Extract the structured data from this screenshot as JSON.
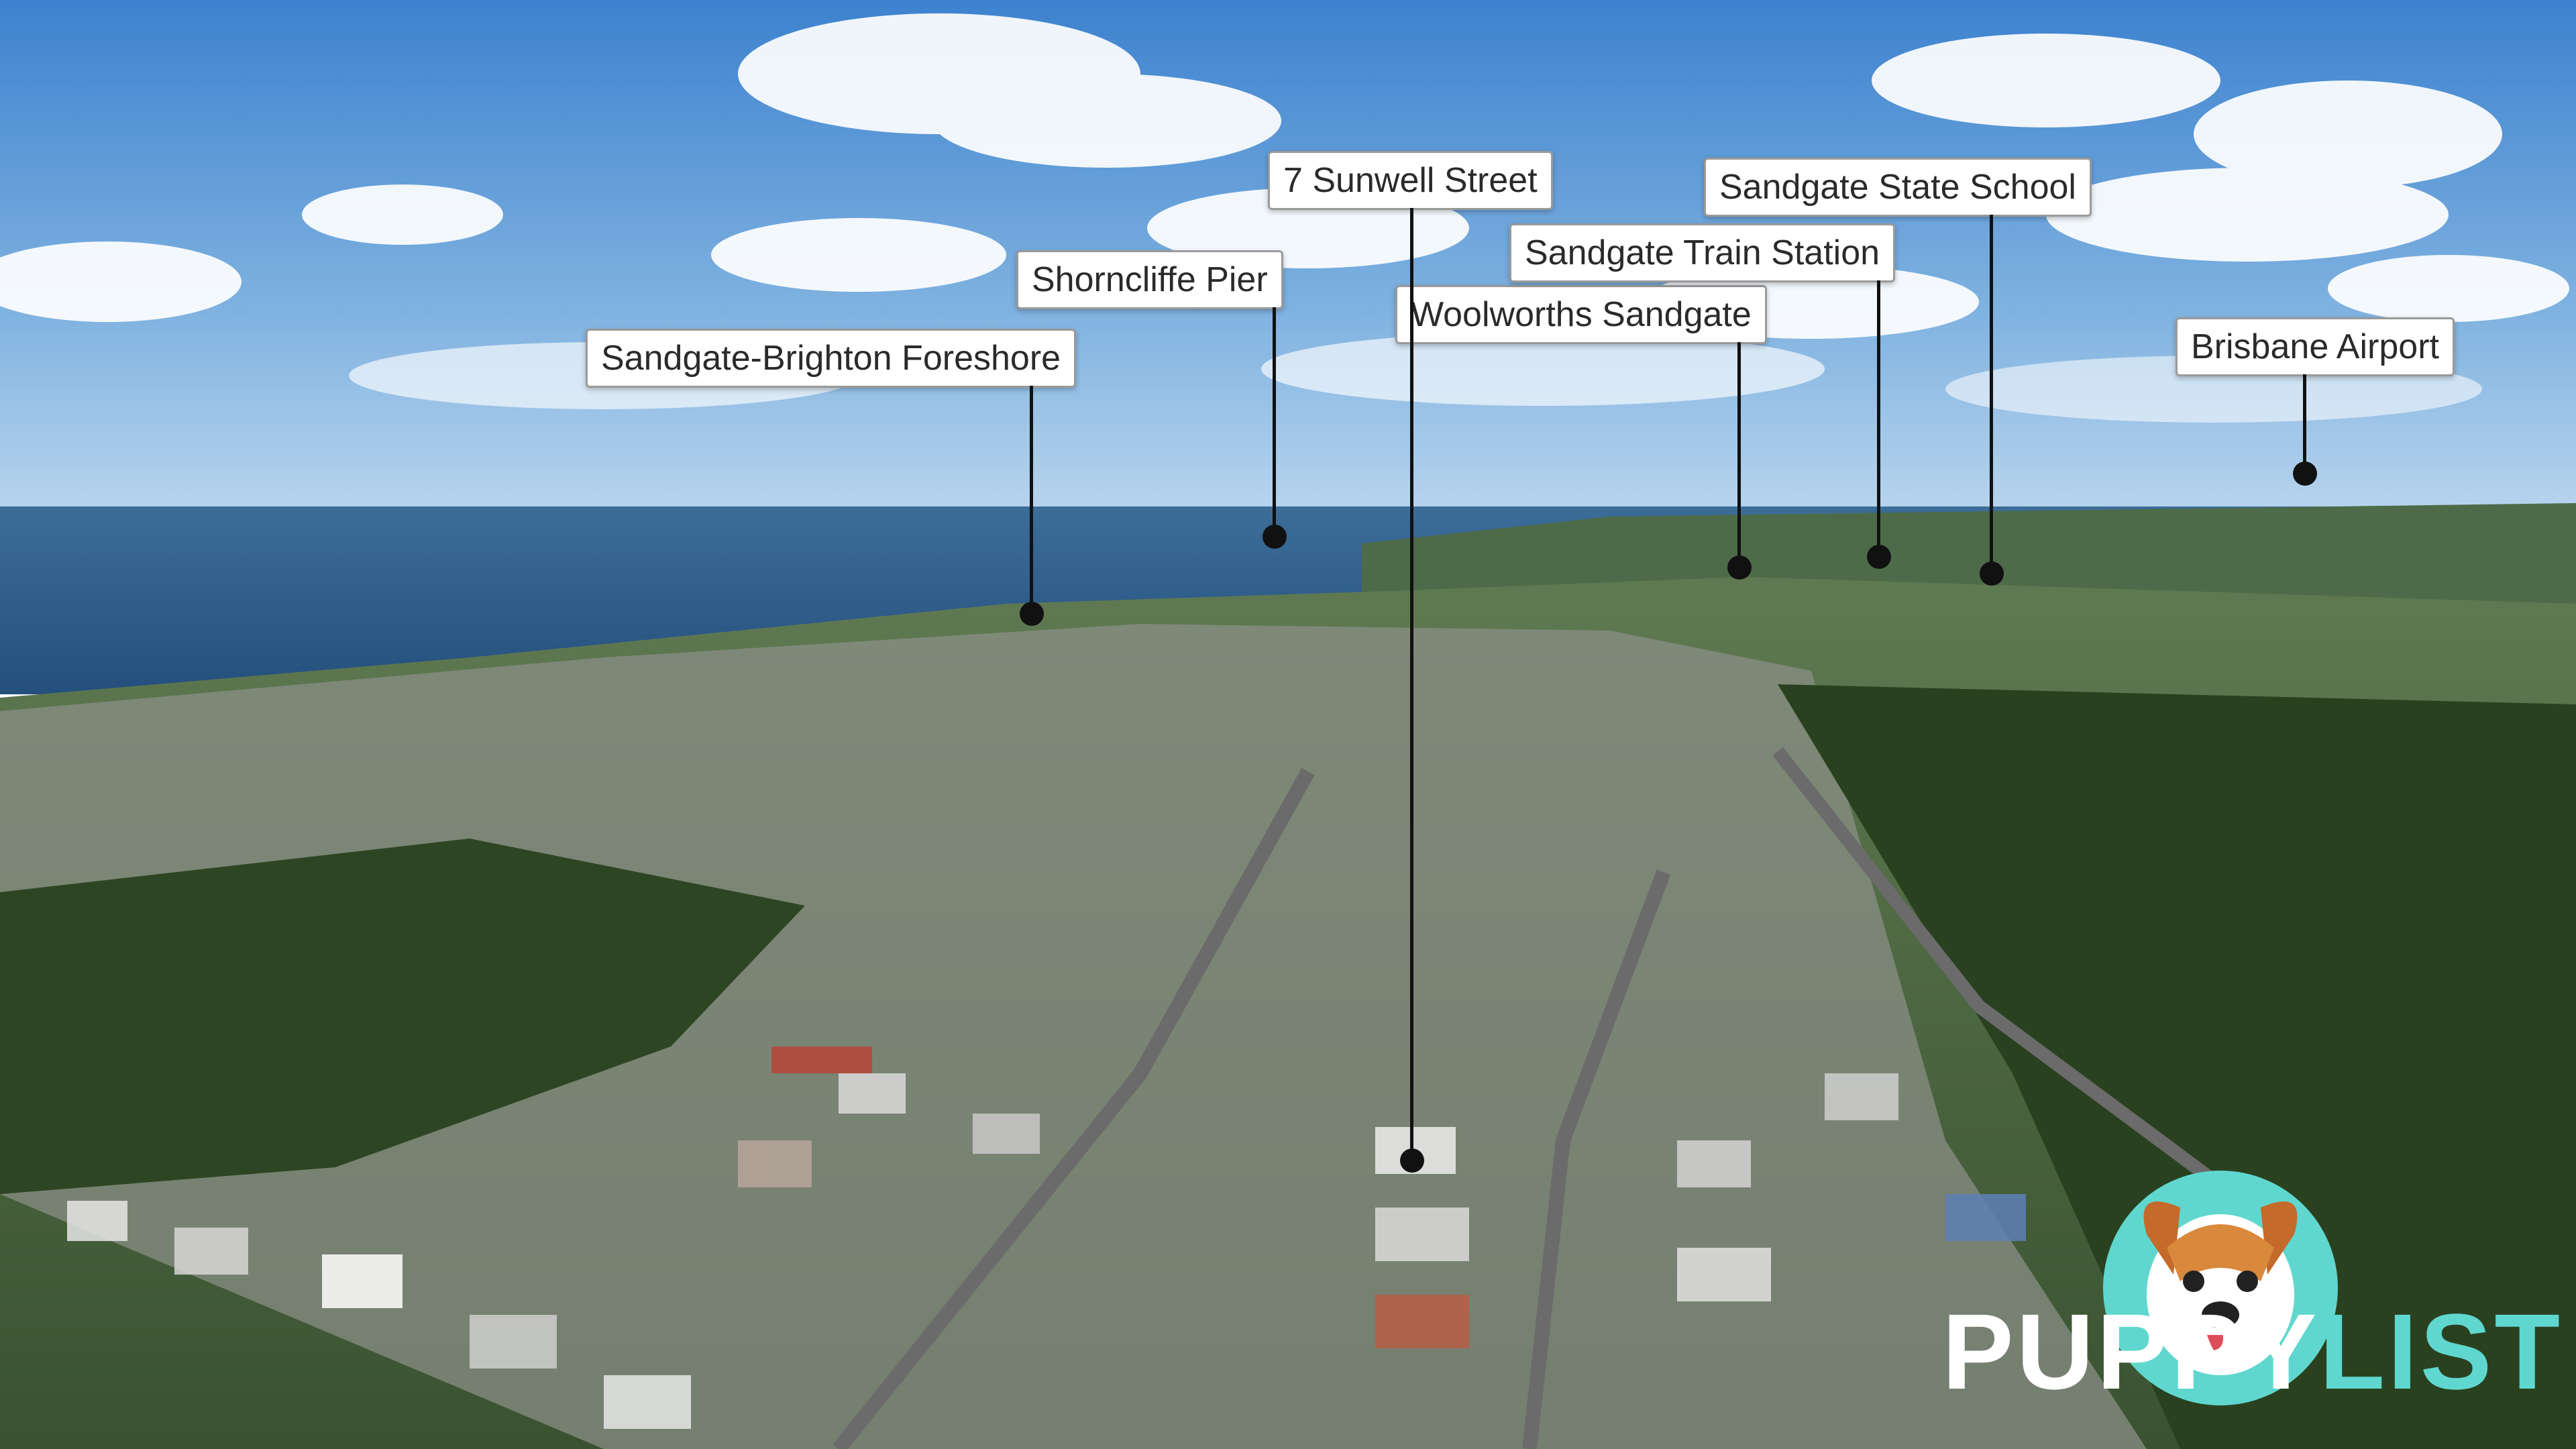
{
  "landmarks": {
    "sunwell": "7 Sunwell Street",
    "pier": "Shorncliffe Pier",
    "foreshore": "Sandgate-Brighton Foreshore",
    "woolworths": "Woolworths Sandgate",
    "train": "Sandgate Train Station",
    "school": "Sandgate State School",
    "airport": "Brisbane Airport"
  },
  "logo": {
    "part1": "PUPPY",
    "part2": "LIST"
  },
  "colors": {
    "sky": "#4f8fd0",
    "ocean": "#2e5f8f",
    "forest": "#2f4a25",
    "logo_teal": "#5fd7cf"
  }
}
